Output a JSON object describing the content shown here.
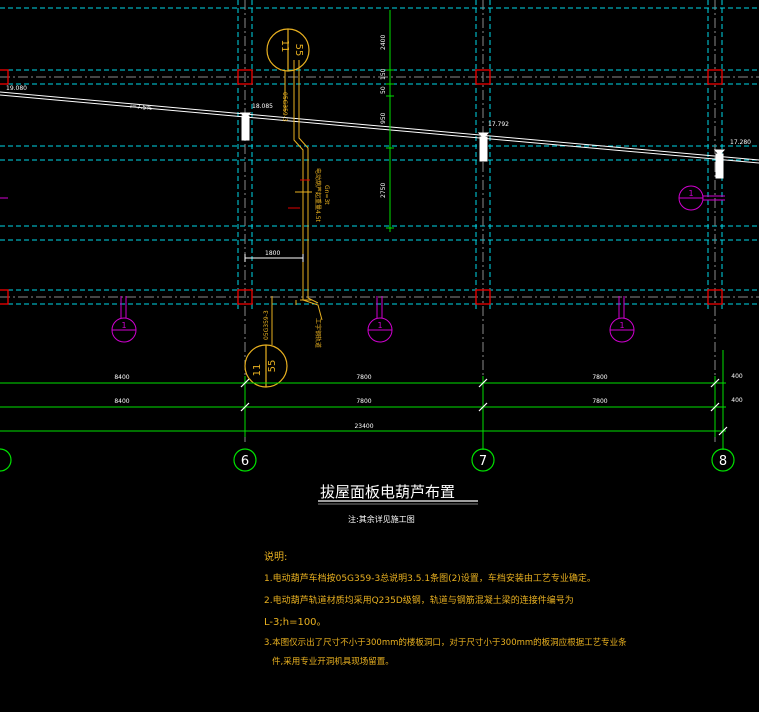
{
  "title": "拔屋面板电葫芦布置",
  "subtitle": "注:其余详见施工图",
  "notes": {
    "heading": "说明:",
    "line1": "1.电动葫芦车档按05G359-3总说明3.5.1条图(2)设置，车档安装由工艺专业确定。",
    "line2": "2.电动葫芦轨道材质均采用Q235D级钢，轨道与钢筋混凝土梁的连接件编号为",
    "line3": "L-3;h=100。",
    "line4": "3.本图仅示出了尺寸不小于300mm的楼板洞口，对于尺寸小于300mm的板洞应根据工艺专业条",
    "line5": "件,采用专业开洞机具现场留置。"
  },
  "axes": {
    "a6": "6",
    "a7": "7",
    "a8": "8"
  },
  "dims": {
    "r1_left": "8400",
    "r1_mid": "7800",
    "r1_right": "7800",
    "r1_end": "400",
    "r2_left": "8400",
    "r2_mid": "7800",
    "r2_right": "7800",
    "r2_end": "400",
    "total": "23400",
    "v_2400": "2400",
    "v_150": "150",
    "v_50": "50",
    "v_950": "950",
    "v_2750": "2750",
    "h_1800": "1800"
  },
  "elev": {
    "e1": "19.080",
    "e2": "18.085",
    "e3": "17.792",
    "e4": "17.280",
    "slope": "i=7.5%"
  },
  "refs": {
    "top_num": "11",
    "top_den": "55",
    "top_code": "05G359-3",
    "bot_num": "11",
    "bot_den": "55",
    "bot_code": "05G359-3"
  },
  "labels": {
    "hoist": "电动葫芦起重量4.5t",
    "height": "Gn=3t",
    "rail": "工字钢轨道"
  },
  "sections": {
    "s1": "1",
    "s2": "1",
    "s3": "1",
    "s4": "1",
    "s5": "1"
  },
  "colors": {
    "background": "#000000",
    "grid_blue": "#00d8e8",
    "line_green": "#00e000",
    "magenta": "#d000d0",
    "red": "#e00000",
    "yellow": "#e8b020",
    "white": "#ffffff"
  }
}
